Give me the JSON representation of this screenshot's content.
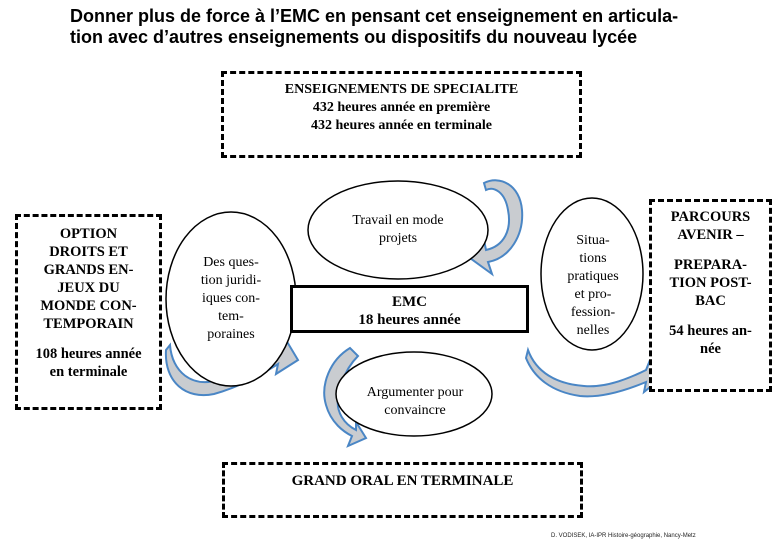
{
  "title": {
    "line1": "Donner plus de force à l’EMC en pensant cet enseignement en articula-",
    "line2": "tion avec d’autres enseignements ou dispositifs du nouveau lycée"
  },
  "spec_box": {
    "title": "ENSEIGNEMENTS DE SPECIALITE",
    "line1": "432 heures année en première",
    "line2": "432 heures année en terminale"
  },
  "option_box": {
    "lines": [
      "OPTION",
      "DROITS ET",
      "GRANDS EN-",
      "JEUX DU",
      "MONDE CON-",
      "TEMPORAIN"
    ],
    "hours": [
      "108 heures année",
      "en terminale"
    ]
  },
  "parcours_box": {
    "lines": [
      "PARCOURS",
      "AVENIR –"
    ],
    "lines2": [
      "PREPARA-",
      "TION POST-",
      "BAC"
    ],
    "hours": [
      "54 heures an-",
      "née"
    ]
  },
  "emc_box": {
    "title": "EMC",
    "hours": "18 heures année"
  },
  "grand_oral": {
    "label": "GRAND ORAL EN TERMINALE"
  },
  "ellipses": {
    "travail": [
      "Travail en mode",
      "projets"
    ],
    "questions": [
      "Des ques-",
      "tion juridi-",
      "iques con-",
      "tem-",
      "poraines"
    ],
    "situations": [
      "Situa-",
      "tions",
      "pratiques",
      "et pro-",
      "fession-",
      "nelles"
    ],
    "argumenter": [
      "Argumenter pour",
      "convaincre"
    ]
  },
  "credit": "D. VODISEK, IA-IPR Histoire-géographie, Nancy-Metz",
  "colors": {
    "arrow_fill": "#c9ccd0",
    "arrow_stroke": "#4a86c5"
  }
}
